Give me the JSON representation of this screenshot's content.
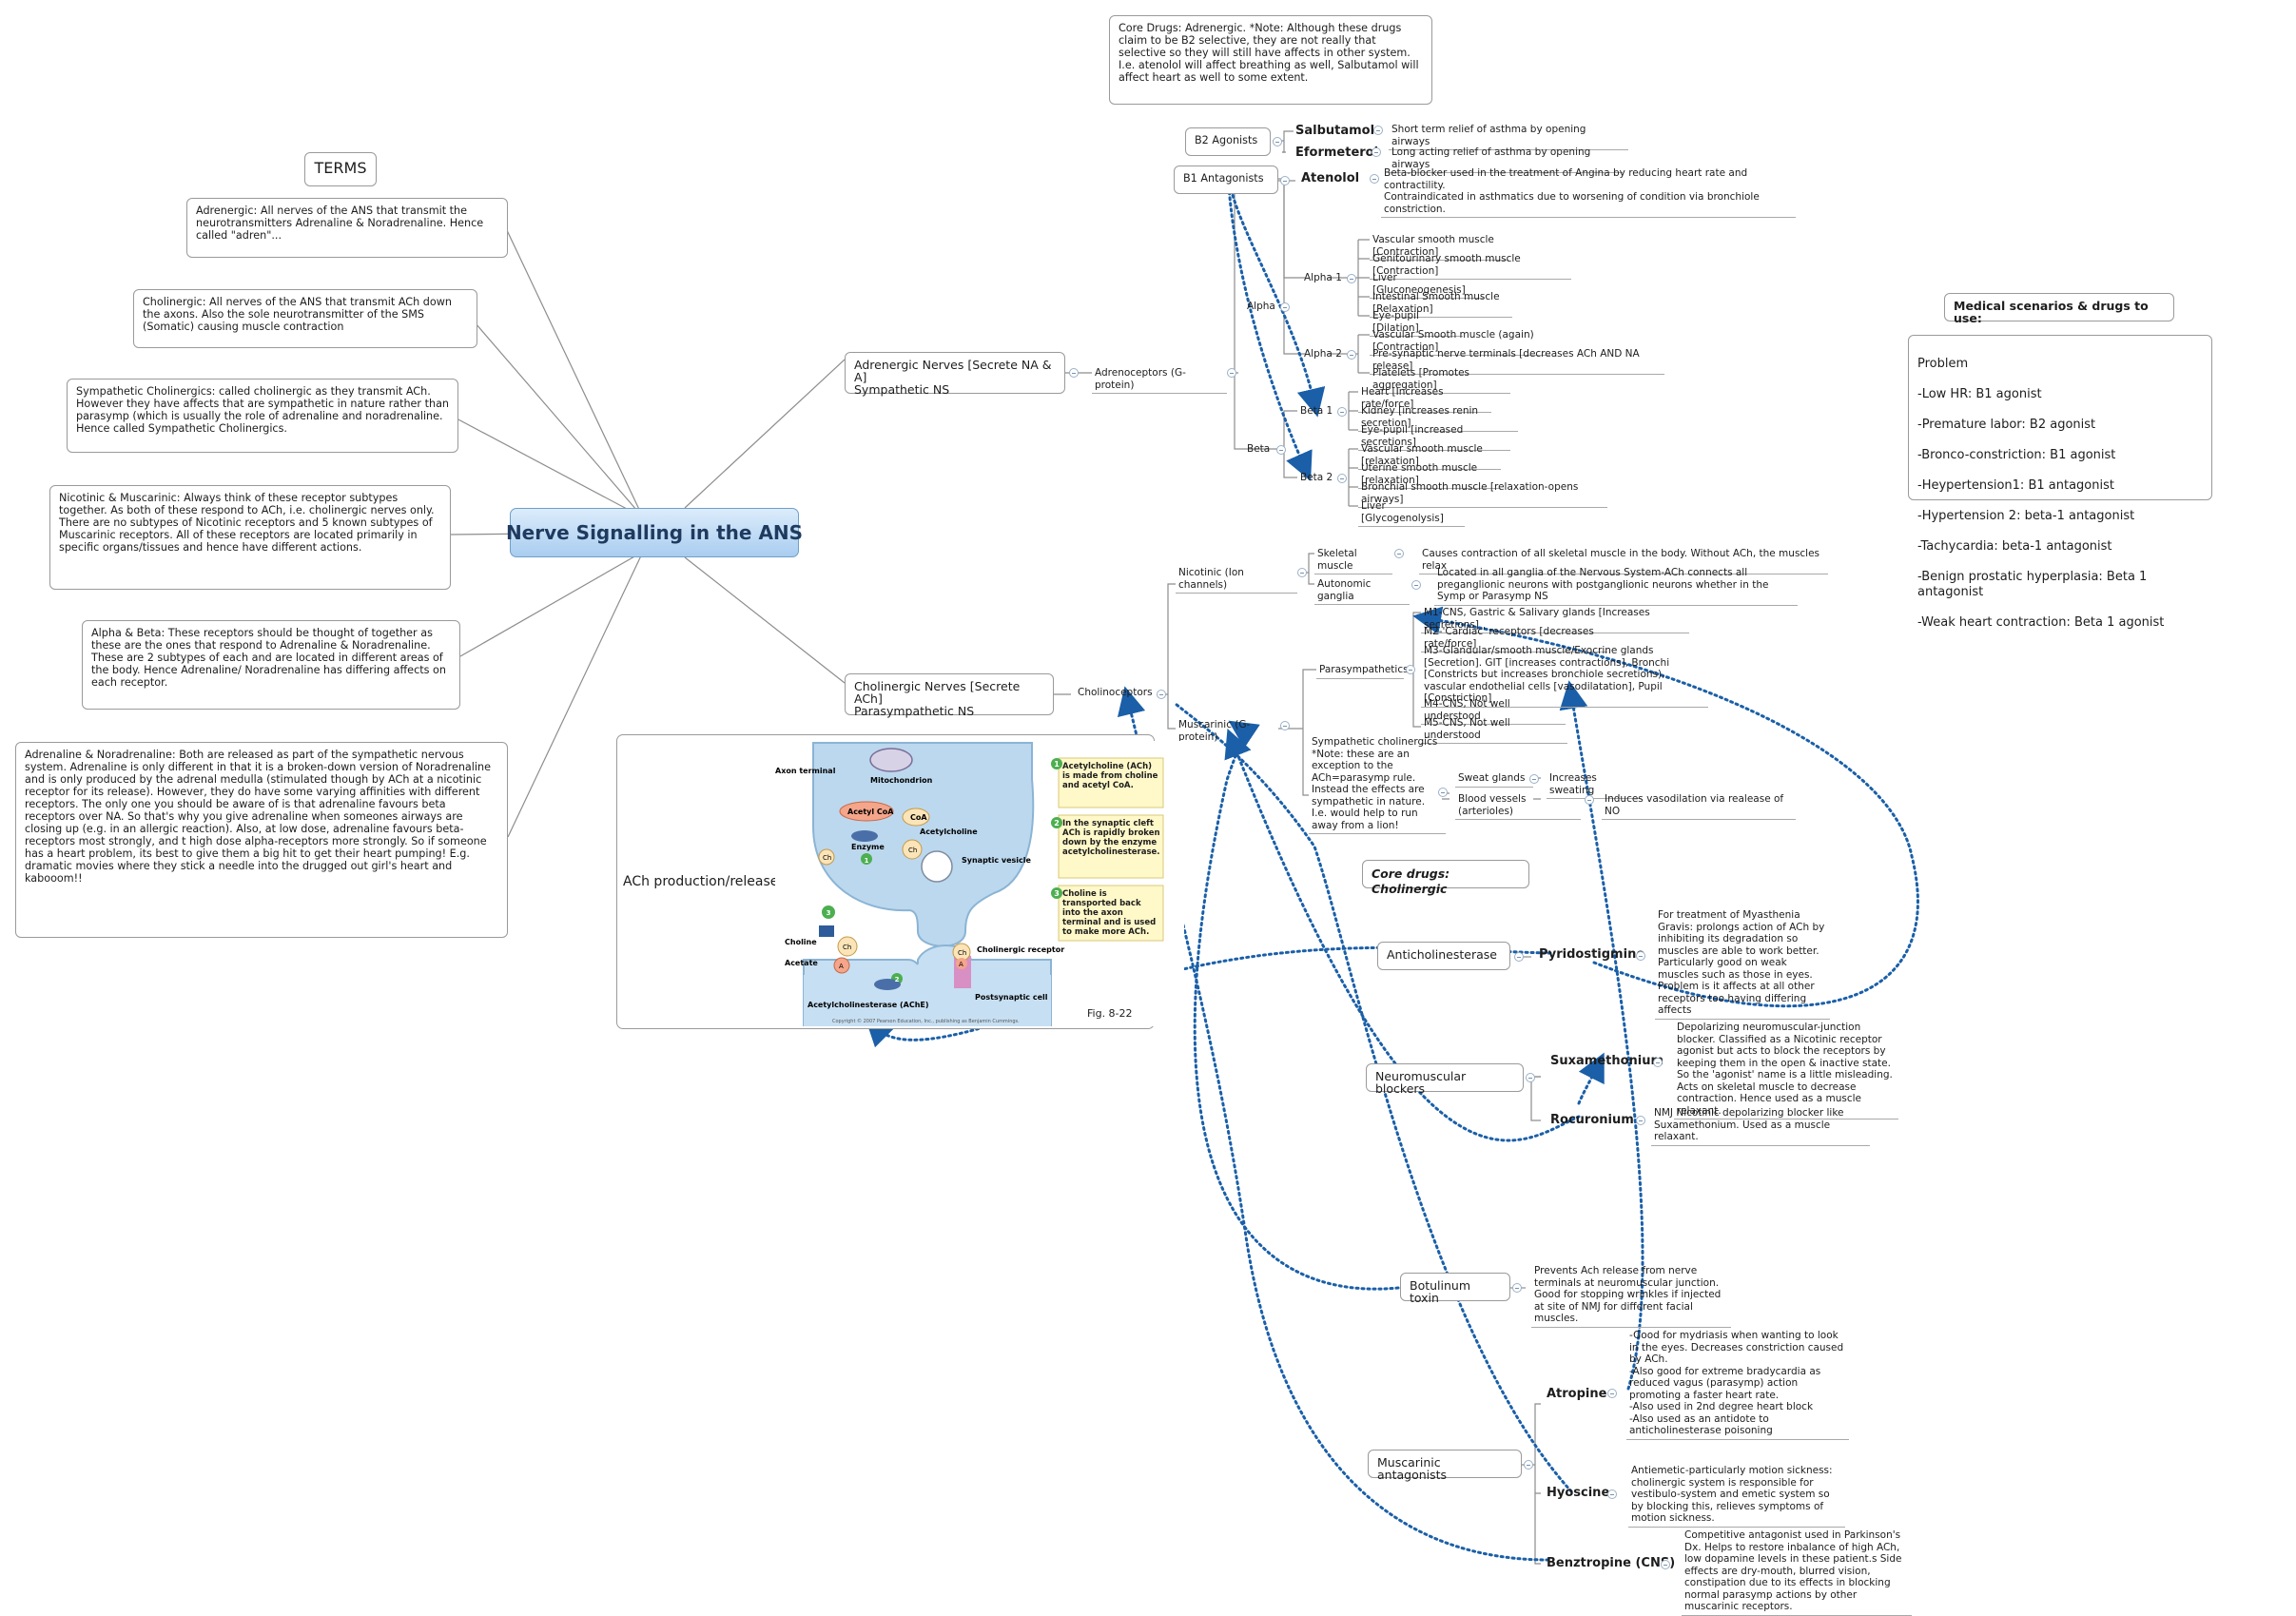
{
  "central_topic": "Nerve Signalling in the ANS",
  "terms": {
    "title": "TERMS",
    "items": [
      "Adrenergic: All nerves of the ANS that transmit the neurotransmitters Adrenaline & Noradrenaline. Hence called \"adren\"...",
      "Cholinergic: All nerves of the ANS that transmit ACh down the axons. Also the sole neurotransmitter of the SMS (Somatic) causing muscle contraction",
      "Sympathetic Cholinergics: called cholinergic as they transmit ACh. However they have affects that are sympathetic in nature rather than parasymp (which is usually the role of adrenaline and noradrenaline. Hence called Sympathetic Cholinergics.",
      "Nicotinic & Muscarinic: Always think of these receptor subtypes together. As both of these respond to ACh, i.e. cholinergic nerves only. There are no subtypes of Nicotinic receptors and 5 known subtypes of Muscarinic receptors. All of these receptors are located primarily in specific organs/tissues and hence have different actions.",
      "Alpha & Beta: These receptors should be thought of together as these are the ones that respond to Adrenaline & Noradrenaline. These are 2 subtypes of each and are located in different areas of the body. Hence Adrenaline/ Noradrenaline has differing affects on each receptor.",
      "Adrenaline & Noradrenaline: Both are released as part of the sympathetic nervous system. Adrenaline is only different in that it is a broken-down version of Noradrenaline and is only produced by the adrenal medulla (stimulated though by ACh at a nicotinic receptor for its release). However, they do have some varying affinities with different receptors. The only one you should be aware of is that adrenaline favours beta receptors over NA. So that's why you give adrenaline when someones airways are closing up (e.g. in an allergic reaction). Also, at low dose, adrenaline favours beta-receptors most strongly, and t high dose alpha-receptors more strongly. So if someone has a heart problem, its best to give them a big hit to get their heart pumping! E.g. dramatic movies where they stick a needle into the drugged out girl's heart and kabooom!!"
    ]
  },
  "core_adrenergic_note": "Core Drugs: Adrenergic. *Note: Although these drugs claim to be B2 selective, they are not really that selective so they will still have affects in other system. I.e. atenolol will affect breathing as well, Salbutamol will affect heart as well to some extent.",
  "adrenergic": {
    "label": "Adrenergic Nerves [Secrete NA & A]\nSympathetic NS",
    "receptors_label": "Adrenoceptors (G-protein)",
    "alpha": "Alpha",
    "alpha1": {
      "label": "Alpha 1",
      "items": [
        "Vascular smooth muscle [Contraction]",
        "Genitourinary smooth muscle [Contraction]",
        "Liver [Gluconeogenesis]",
        "Intestinal Smooth muscle [Relaxation]",
        "Eye-pupil [Dilation]"
      ]
    },
    "alpha2": {
      "label": "Alpha 2",
      "items": [
        "Vascular Smooth muscle (again) [Contraction]",
        "Pre-synaptic nerve terminals [decreases ACh AND NA release]",
        "Platelets [Promotes aggregation]"
      ]
    },
    "beta": "Beta",
    "beta1": {
      "label": "Beta 1",
      "items": [
        "Heart [Increases rate/force]",
        "Kidney [increases renin secretion]",
        "Eye-pupil [increased secretions]"
      ]
    },
    "beta2": {
      "label": "Beta 2",
      "items": [
        "Vascular smooth muscle [relaxation]",
        "Uterine smooth muscle [relaxation]",
        "Bronchial smooth muscle [relaxation-opens airways]",
        "Liver [Glycogenolysis]"
      ]
    }
  },
  "b2_agonists": {
    "label": "B2 Agonists",
    "drugs": [
      {
        "name": "Salbutamol",
        "desc": "Short term relief of asthma by opening airways"
      },
      {
        "name": "Eformeterol",
        "desc": "Long acting relief of asthma by opening airways"
      }
    ]
  },
  "b1_antagonists": {
    "label": "B1 Antagonists",
    "drug": {
      "name": "Atenolol",
      "desc": "Beta-blocker used in the treatment of Angina by reducing heart rate and contractility.\nContraindicated in asthmatics due to worsening of condition via bronchiole constriction."
    }
  },
  "medical": {
    "title": "Medical scenarios & drugs to use:",
    "lines": [
      "Problem",
      "-Low HR: B1 agonist",
      "-Premature labor: B2 agonist",
      "-Bronco-constriction: B1 agonist",
      "-Heypertension1: B1 antagonist",
      "-Hypertension 2: beta-1 antagonist",
      "-Tachycardia: beta-1 antagonist",
      "-Benign prostatic hyperplasia: Beta 1 antagonist",
      "-Weak heart contraction: Beta 1 agonist"
    ]
  },
  "cholinergic": {
    "label": "Cholinergic Nerves [Secrete ACh]\nParasympathetic NS",
    "receptors_label": "Cholinoceptors",
    "nicotinic": {
      "label": "Nicotinic (Ion channels)",
      "skeletal": "Skeletal muscle",
      "skeletal_desc": "Causes contraction of all skeletal muscle in the body. Without ACh, the muscles relax",
      "ganglia": "Autonomic ganglia",
      "ganglia_desc": "Located in all ganglia of the Nervous System-ACh connects all preganglionic neurons with postganglionic neurons whether in the Symp or Parasymp NS"
    },
    "muscarinic": {
      "label": "Muscarinic (G-protein)",
      "parasympathetics": "Parasympathetics",
      "items": [
        "M1-CNS, Gastric & Salivary glands [Increases secretions]",
        "M2-'Cardiac' receptors [decreases rate/force]",
        "M3-Glandular/smooth muscle/Exocrine glands [Secretion]. GIT [increases contractions], Bronchi [Constricts but increases bronchiole secretions), vascular endothelial cells [vasodilatation], Pupil [Constriction]",
        "M4-CNS, Not well understood",
        "M5-CNS, Not well understood"
      ],
      "symp_chol": "Sympathetic cholinergics\n  *Note: these are an exception to the ACh=parasymp rule. Instead the effects are sympathetic in nature. I.e. would help to run away from a lion!",
      "sweat": "Sweat glands",
      "sweat_desc": "Increases sweating",
      "vessels": "Blood vessels (arterioles)",
      "vessels_desc": "Induces vasodilation via realease of NO"
    }
  },
  "figure": {
    "label": "ACh production/release",
    "fig_num": "Fig. 8-22",
    "copyright": "Copyright © 2007 Pearson Education, Inc., publishing as Benjamin Cummings.",
    "labels": {
      "axon_terminal": "Axon terminal",
      "mitochondrion": "Mitochondrion",
      "acetyl_coa": "Acetyl CoA",
      "coa": "CoA",
      "acetylcholine": "Acetylcholine",
      "enzyme": "Enzyme",
      "synaptic_vesicle": "Synaptic vesicle",
      "choline": "Choline",
      "acetate": "Acetate",
      "ache": "Acetylcholinesterase (AChE)",
      "receptor": "Cholinergic receptor",
      "postsynaptic": "Postsynaptic cell",
      "ch": "Ch",
      "a": "A",
      "step1": "Acetylcholine (ACh) is made from choline and acetyl CoA.",
      "step2": "In the synaptic cleft ACh is rapidly broken down by the enzyme acetylcholinesterase.",
      "step3": "Choline is transported back into the axon terminal and is used to make more ACh.",
      "n1": "1",
      "n2": "2",
      "n3": "3"
    }
  },
  "core_cholinergic": "Core drugs: Cholinergic",
  "anticholinesterase": {
    "label": "Anticholinesterase",
    "drug": "Pyridostigmine",
    "desc": "For treatment of Myasthenia Gravis: prolongs action of ACh by inhibiting its degradation so muscles are able to work better. Particularly good on weak muscles such as those in eyes. Problem is it affects at all other receptors too having differing affects"
  },
  "nm_blockers": {
    "label": "Neuromuscular blockers",
    "drug1": "Suxamethonium",
    "desc1": "Depolarizing neuromuscular-junction blocker. Classified as a Nicotinic receptor agonist but acts to block the receptors by keeping them in the open & inactive state. So the 'agonist' name is a little misleading. Acts on skeletal muscle to decrease contraction. Hence used as a muscle relaxant.",
    "drug2": "Rocuronium",
    "desc2": "NMJ Nicotinic depolarizing blocker like Suxamethonium. Used as a muscle relaxant."
  },
  "botulinum": {
    "label": "Botulinum toxin",
    "desc": "Prevents Ach release from nerve terminals at neuromuscular junction. Good for stopping wrinkles if injected at site of NMJ for different facial muscles."
  },
  "musc_antag": {
    "label": "Muscarinic antagonists",
    "drugs": [
      {
        "name": "Atropine",
        "desc": "-Good for mydriasis when wanting to look in the eyes. Decreases constriction caused by ACh.\n-Also good for extreme bradycardia as reduced vagus (parasymp) action promoting a faster heart rate.\n-Also used in 2nd degree heart block\n-Also used as an antidote to anticholinesterase poisoning"
      },
      {
        "name": "Hyoscine",
        "desc": "Antiemetic-particularly motion sickness: cholinergic system is responsible for vestibulo-system and emetic system so by blocking this, relieves symptoms of motion sickness."
      },
      {
        "name": "Benztropine (CNS)",
        "desc": "Competitive antagonist used in Parkinson's Dx. Helps to restore inbalance of high ACh, low dopamine levels in these patient.s Side effects are dry-mouth, blurred vision, constipation due to its effects in blocking normal parasymp actions by other muscarinic receptors."
      }
    ]
  }
}
